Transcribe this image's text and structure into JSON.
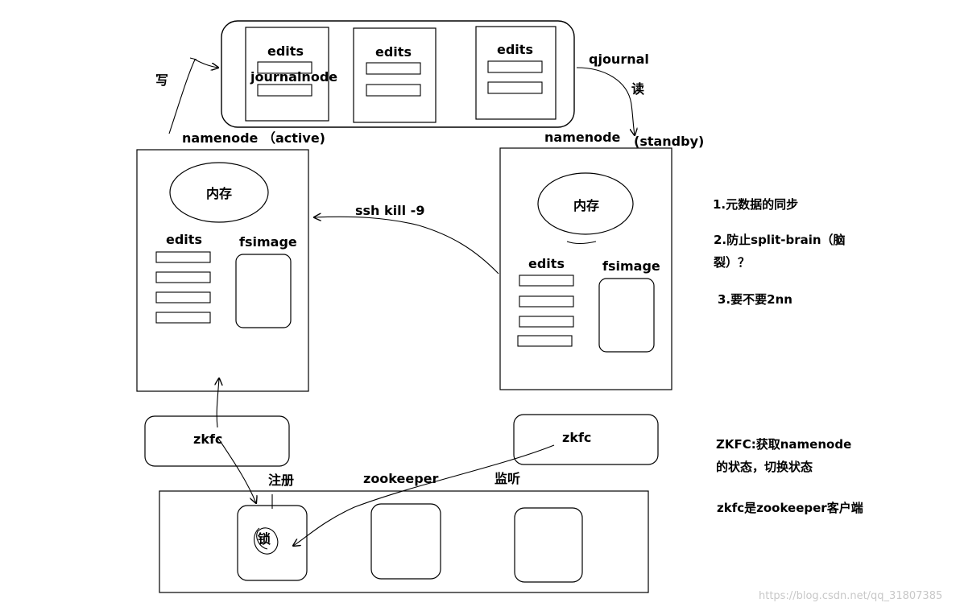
{
  "journal": {
    "boxes": [
      "edits",
      "edits",
      "edits"
    ],
    "node_label": "journalnode",
    "qjournal": "qjournal",
    "write": "写",
    "read": "读"
  },
  "active": {
    "title": "namenode （active)",
    "memory": "内存",
    "edits": "edits",
    "fsimage": "fsimage"
  },
  "standby": {
    "title": "namenode",
    "title_suffix": "(standby)",
    "memory": "内存",
    "edits": "edits",
    "fsimage": "fsimage"
  },
  "fence": "ssh kill -9",
  "zkfc_left": "zkfc",
  "zkfc_right": "zkfc",
  "zookeeper": {
    "label": "zookeeper",
    "register": "注册",
    "monitor": "监听",
    "lock": "锁"
  },
  "notes": {
    "n1": "1.元数据的同步",
    "n2a": "2.防止split-brain（脑",
    "n2b": "裂）？",
    "n3": "3.要不要2nn",
    "zkfc_desc_a": "ZKFC:获取namenode",
    "zkfc_desc_b": "的状态，切换状态",
    "zkfc_client": "zkfc是zookeeper客户端"
  },
  "watermark": "https://blog.csdn.net/qq_31807385"
}
